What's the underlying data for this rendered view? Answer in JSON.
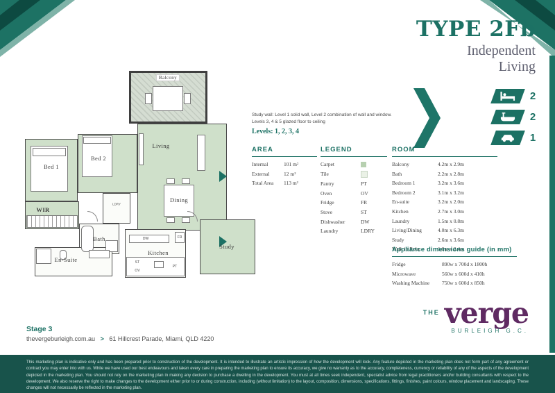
{
  "colors": {
    "teal": "#1c7164",
    "dark_teal": "#0d4a41",
    "light_teal": "#7fb3a8",
    "purple": "#5f2a62",
    "carpet": "#cfe0ca",
    "tile": "#fbfcf9",
    "footer_bg": "#18534b",
    "slate": "#5d5e6e"
  },
  "header": {
    "title": "TYPE 2Fb",
    "subtitle_line1": "Independent",
    "subtitle_line2": "Living"
  },
  "badges": {
    "items": [
      {
        "icon": "bed-icon",
        "count": "2"
      },
      {
        "icon": "bath-icon",
        "count": "2"
      },
      {
        "icon": "car-icon",
        "count": "1"
      }
    ]
  },
  "study_note": {
    "line1": "Study wall: Level 1 solid wall, Level 2 combination of wall and window.",
    "line2": "Levels 3, 4 & 5 glazed floor to ceiling",
    "levels": "Levels: 1, 2, 3, 4"
  },
  "area": {
    "heading": "AREA",
    "rows": [
      {
        "label": "Internal",
        "value": "101 m²"
      },
      {
        "label": "External",
        "value": "12 m²"
      },
      {
        "label": "Total Area",
        "value": "113 m²"
      }
    ]
  },
  "legend": {
    "heading": "LEGEND",
    "swatch_items": [
      {
        "label": "Carpet",
        "color": "#b7d0b0"
      },
      {
        "label": "Tile",
        "color": "#eaf1e6"
      }
    ],
    "code_items": [
      {
        "label": "Pantry",
        "code": "PT"
      },
      {
        "label": "Oven",
        "code": "OV"
      },
      {
        "label": "Fridge",
        "code": "FR"
      },
      {
        "label": "Stove",
        "code": "ST"
      },
      {
        "label": "Dishwasher",
        "code": "DW"
      },
      {
        "label": "Laundry",
        "code": "LDRY"
      }
    ]
  },
  "room": {
    "heading": "ROOM",
    "rows": [
      {
        "label": "Balcony",
        "value": "4.2m x 2.9m"
      },
      {
        "label": "Bath",
        "value": "2.2m x 2.8m"
      },
      {
        "label": "Bedroom 1",
        "value": "3.2m x 3.6m"
      },
      {
        "label": "Bedroom 2",
        "value": "3.1m x 3.2m"
      },
      {
        "label": "En-suite",
        "value": "3.2m x 2.0m"
      },
      {
        "label": "Kitchen",
        "value": "2.7m x 3.0m"
      },
      {
        "label": "Laundry",
        "value": "1.5m x 0.8m"
      },
      {
        "label": "Living/Dining",
        "value": "4.0m x 6.3m"
      },
      {
        "label": "Study",
        "value": "2.6m x 3.6m"
      },
      {
        "label": "Walk in Robe",
        "value": "1.8m x 2.4m"
      }
    ]
  },
  "appliances": {
    "heading": "Appliance dimensions guide (in mm)",
    "rows": [
      {
        "label": "Fridge",
        "value": "890w x 700d x 1800h"
      },
      {
        "label": "Microwave",
        "value": "560w x 600d x 410h"
      },
      {
        "label": "Washing Machine",
        "value": "750w x 600d x 850h"
      }
    ]
  },
  "floorplan": {
    "labels": {
      "balcony": "Balcony",
      "living": "Living",
      "dining": "Dining",
      "bed1": "Bed 1",
      "bed2": "Bed 2",
      "wir": "WIR",
      "bath": "Bath",
      "ensuite": "En-Suite",
      "kitchen": "Kitchen",
      "study": "Study",
      "ldry": "LDRY",
      "dw": "DW",
      "st": "ST",
      "ov": "OV",
      "pt": "PT",
      "fr": "FR"
    }
  },
  "footer": {
    "stage": "Stage 3",
    "website": "thevergeburleigh.com.au",
    "separator": ">",
    "address": "61 Hillcrest Parade, Miami, QLD 4220"
  },
  "logo": {
    "the": "THE",
    "name": "verge",
    "location": "BURLEIGH G.C."
  },
  "disclaimer": "This marketing plan is indicative only and has been prepared prior to construction of the development. It is intended to illustrate an artistic impression of how the development will look. Any feature depicted in the marketing plan does not form part of any agreement or contract you may enter into with us. While we have used our best endeavours and taken every care in preparing the marketing plan to ensure its accuracy, we give no warranty as to the accuracy, completeness, currency or reliability of any of the aspects of the development depicted in the marketing plan. You should not rely on the marketing plan in making any decision to purchase a dwelling in the development. You must at all times seek independent, specialist advice from legal practitioners and/or building consultants with respect to the development. We also reserve the right to make changes to the development either prior to or during construction, including (without limitation) to the layout, composition, dimensions, specifications, fittings, finishes, paint colours, window placement and landscaping. These changes will not necessarily be reflected in the marketing plan."
}
